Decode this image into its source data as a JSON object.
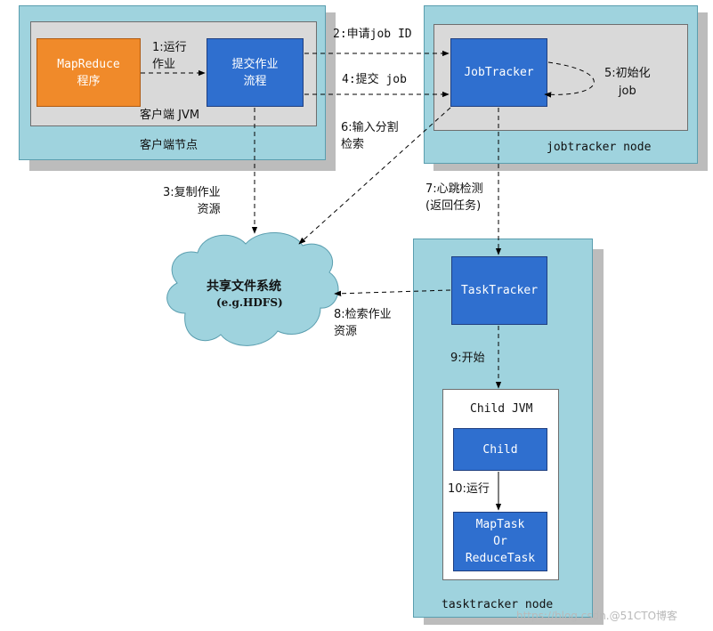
{
  "client_node": {
    "label": "客户端节点",
    "jvm_label": "客户端 JVM",
    "mapreduce_program": "MapReduce\n程序",
    "submit_process": "提交作业\n流程"
  },
  "jobtracker_node": {
    "label": "jobtracker node",
    "jobtracker": "JobTracker",
    "init_label": "5:初始化\njob"
  },
  "tasktracker_node": {
    "label": "tasktracker node",
    "tasktracker": "TaskTracker",
    "child_jvm_label": "Child JVM",
    "child": "Child",
    "task": "MapTask\nOr\nReduceTask"
  },
  "shared_fs": {
    "title": "共享文件系统",
    "subtitle": "(e.g.HDFS)"
  },
  "steps": {
    "s1": "1:运行\n作业",
    "s2": "2:申请job ID",
    "s3": "3:复制作业\n资源",
    "s4": "4:提交 job",
    "s6": "6:输入分割\n检索",
    "s7": "7:心跳检测\n(返回任务)",
    "s8": "8:检索作业\n资源",
    "s9": "9:开始",
    "s10": "10:运行"
  },
  "watermark": "https://blog.csdn.@51CTO博客",
  "colors": {
    "node_bg": "#9fd3de",
    "jvm_bg": "#d9d9d9",
    "box_blue": "#2f6fcf",
    "box_orange": "#f08a2a",
    "cloud": "#9fd3de"
  }
}
